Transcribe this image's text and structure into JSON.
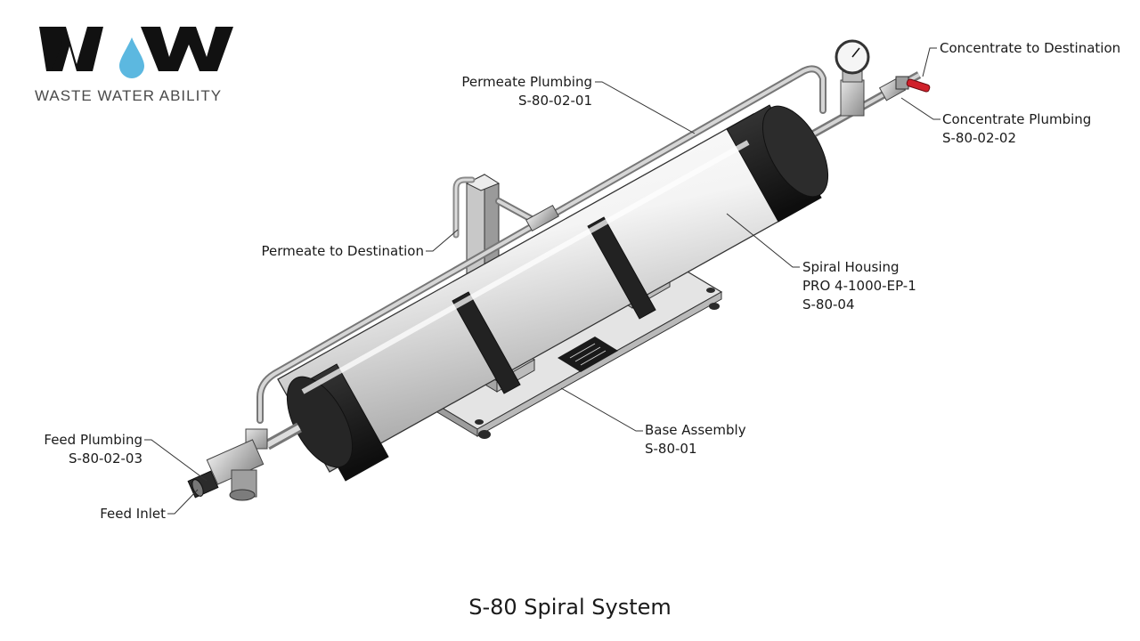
{
  "logo": {
    "mark": "W W",
    "wordmark": "WASTE WATER ABILITY",
    "colors": {
      "mark": "#111111",
      "drop": "#5cb8e0",
      "wordmark": "#4a4a4a"
    }
  },
  "callouts": {
    "permeate_plumbing": {
      "name": "Permeate Plumbing",
      "part": "S-80-02-01"
    },
    "concentrate_destination": {
      "name": "Concentrate to Destination"
    },
    "concentrate_plumbing": {
      "name": "Concentrate Plumbing",
      "part": "S-80-02-02"
    },
    "permeate_destination": {
      "name": "Permeate to Destination"
    },
    "spiral_housing": {
      "name": "Spiral Housing",
      "model": "PRO 4-1000-EP-1",
      "part": "S-80-04"
    },
    "base_assembly": {
      "name": "Base Assembly",
      "part": "S-80-01"
    },
    "feed_plumbing": {
      "name": "Feed Plumbing",
      "part": "S-80-02-03"
    },
    "feed_inlet": {
      "name": "Feed Inlet"
    }
  },
  "caption": "S-80 Spiral System",
  "colors": {
    "valve_handle": "#d0202a",
    "end_cap": "#1c1c1c",
    "housing": "#f2f2f2",
    "metal": "#b8b8b8"
  }
}
